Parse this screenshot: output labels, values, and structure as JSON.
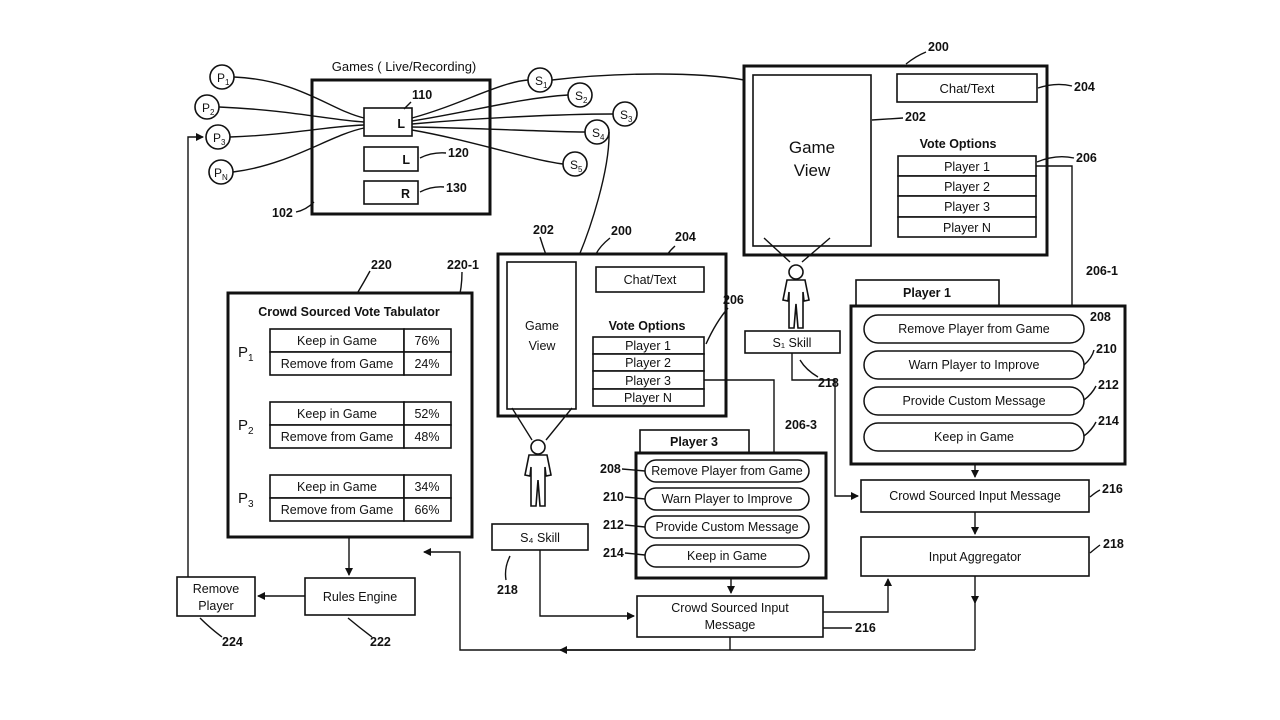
{
  "games": {
    "title": "Games ( Live/Recording)",
    "ref": "102",
    "streams": [
      {
        "letter": "L",
        "ref": "110"
      },
      {
        "letter": "L",
        "ref": "120"
      },
      {
        "letter": "R",
        "ref": "130"
      }
    ]
  },
  "players_left": [
    {
      "base": "P",
      "sub": "1"
    },
    {
      "base": "P",
      "sub": "2"
    },
    {
      "base": "P",
      "sub": "3"
    },
    {
      "base": "P",
      "sub": "N"
    }
  ],
  "spectators": [
    {
      "base": "S",
      "sub": "1"
    },
    {
      "base": "S",
      "sub": "2"
    },
    {
      "base": "S",
      "sub": "3"
    },
    {
      "base": "S",
      "sub": "4"
    },
    {
      "base": "S",
      "sub": "5"
    }
  ],
  "ui_main": {
    "ref": "200",
    "game_view_line1": "Game",
    "game_view_line2": "View",
    "game_view_ref": "202",
    "chat": "Chat/Text",
    "chat_ref": "204",
    "vote_title": "Vote Options",
    "vote_ref": "206",
    "options": [
      "Player 1",
      "Player 2",
      "Player 3",
      "Player N"
    ]
  },
  "ui_mid": {
    "ref": "200",
    "game_view_line1": "Game",
    "game_view_line2": "View",
    "game_view_ref": "202",
    "chat": "Chat/Text",
    "chat_ref": "204",
    "vote_title": "Vote Options",
    "vote_ref": "206",
    "options": [
      "Player 1",
      "Player 2",
      "Player 3",
      "Player N"
    ]
  },
  "player1_panel": {
    "tab": "Player 1",
    "ref": "206-1",
    "actions": [
      {
        "label": "Remove Player from Game",
        "ref": "208"
      },
      {
        "label": "Warn Player to Improve",
        "ref": "210"
      },
      {
        "label": "Provide Custom Message",
        "ref": "212"
      },
      {
        "label": "Keep in Game",
        "ref": "214"
      }
    ]
  },
  "player3_panel": {
    "tab": "Player 3",
    "ref": "206-3",
    "actions": [
      {
        "label": "Remove Player from Game",
        "ref": "208"
      },
      {
        "label": "Warn Player to Improve",
        "ref": "210"
      },
      {
        "label": "Provide Custom Message",
        "ref": "212"
      },
      {
        "label": "Keep in Game",
        "ref": "214"
      }
    ]
  },
  "s1_skill": {
    "label": "S₁ Skill",
    "ref": "218"
  },
  "s4_skill": {
    "label": "S₄ Skill",
    "ref": "218"
  },
  "crowd_msg_right": {
    "label": "Crowd Sourced Input Message",
    "ref": "216"
  },
  "crowd_msg_bottom": {
    "line1": "Crowd Sourced Input",
    "line2": "Message",
    "ref": "216"
  },
  "aggregator": {
    "label": "Input Aggregator",
    "ref": "218"
  },
  "tabulator": {
    "title": "Crowd Sourced Vote Tabulator",
    "ref": "220",
    "ref2": "220-1",
    "players": [
      {
        "base": "P",
        "sub": "1",
        "rows": [
          {
            "label": "Keep in Game",
            "pct": "76%"
          },
          {
            "label": "Remove from Game",
            "pct": "24%"
          }
        ]
      },
      {
        "base": "P",
        "sub": "2",
        "rows": [
          {
            "label": "Keep in Game",
            "pct": "52%"
          },
          {
            "label": "Remove from Game",
            "pct": "48%"
          }
        ]
      },
      {
        "base": "P",
        "sub": "3",
        "rows": [
          {
            "label": "Keep in Game",
            "pct": "34%"
          },
          {
            "label": "Remove from Game",
            "pct": "66%"
          }
        ]
      }
    ]
  },
  "rules_engine": {
    "label": "Rules Engine",
    "ref": "222"
  },
  "remove_player": {
    "line1": "Remove",
    "line2": "Player",
    "ref": "224"
  }
}
